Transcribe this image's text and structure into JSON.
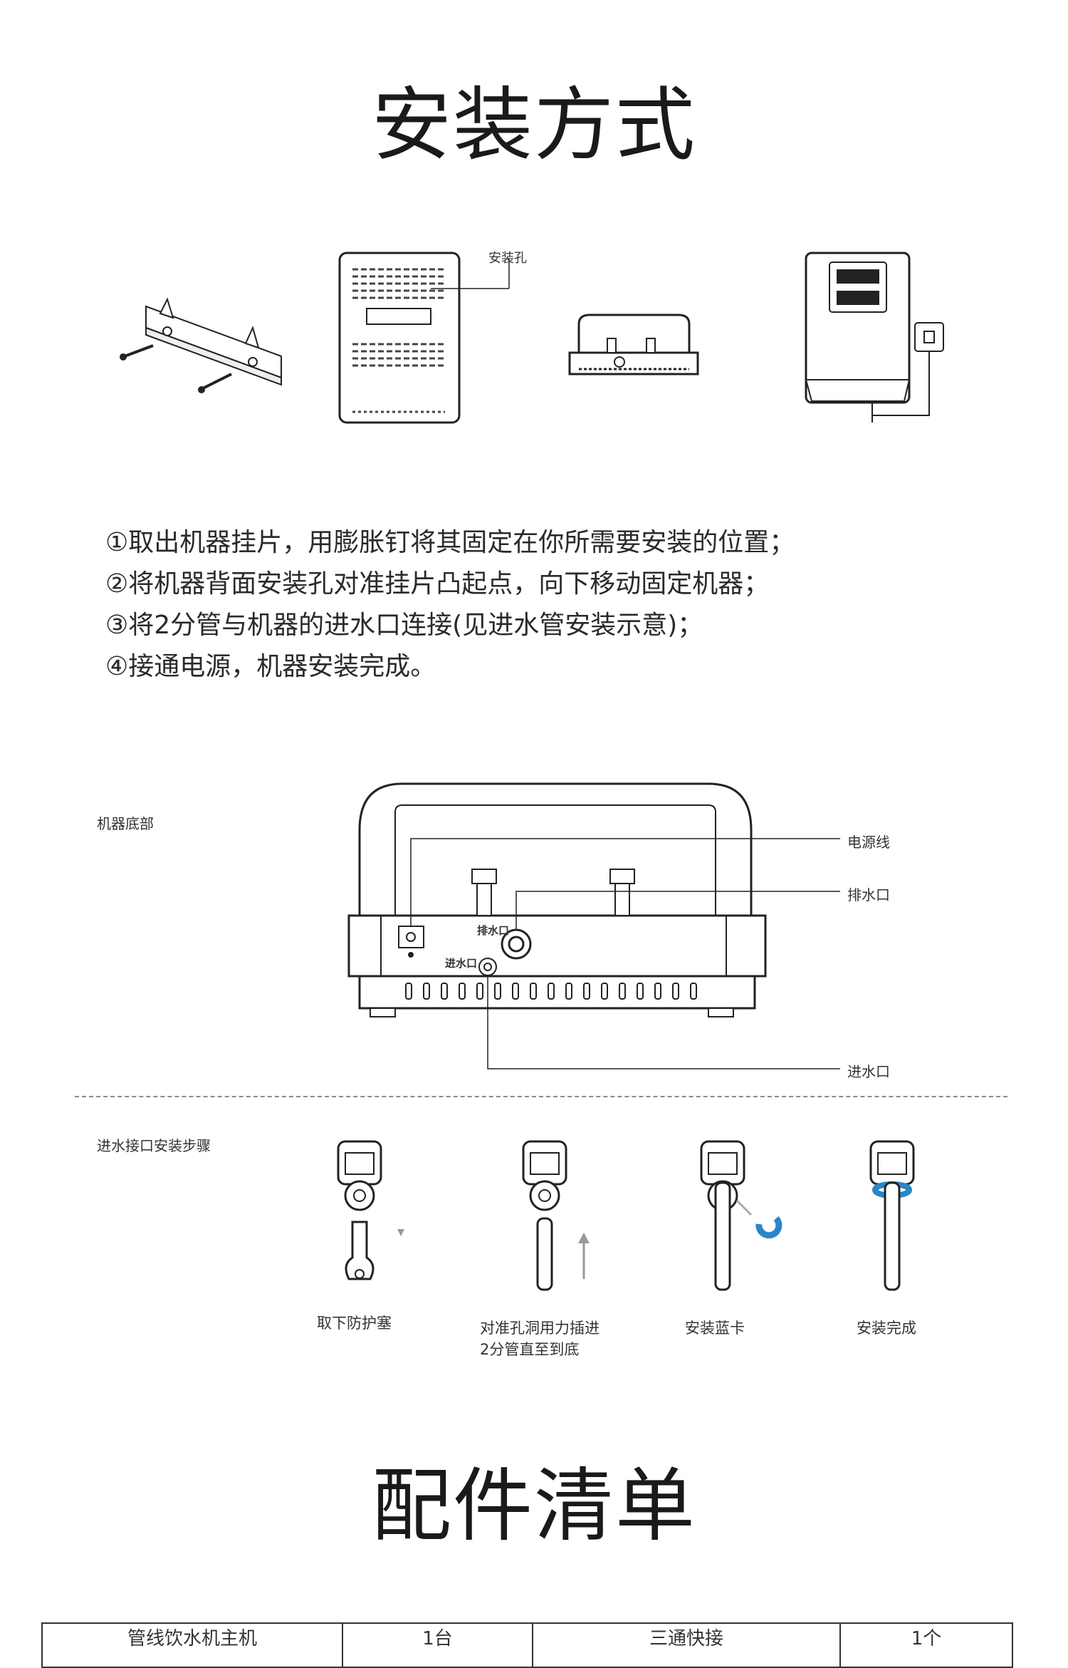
{
  "install": {
    "title": "安装方式",
    "hole_label": "安装孔",
    "steps": [
      "①取出机器挂片，用膨胀钉将其固定在你所需要安装的位置；",
      "②将机器背面安装孔对准挂片凸起点，向下移动固定机器；",
      "③将2分管与机器的进水口连接(见进水管安装示意)；",
      "④接通电源，机器安装完成。"
    ],
    "bottom": {
      "section_label": "机器底部",
      "power_cord": "电源线",
      "drain_outlet": "排水口",
      "inlet": "进水口",
      "drain_mark": "排水口",
      "inlet_mark": "进水口"
    },
    "inlet_steps": {
      "section_label": "进水接口安装步骤",
      "captions": [
        "取下防护塞",
        "对准孔洞用力插进",
        "2分管直至到底",
        "安装蓝卡",
        "安装完成"
      ]
    }
  },
  "accessories": {
    "title": "配件清单",
    "rows": [
      [
        "管线饮水机主机",
        "1台",
        "三通快接",
        "1个"
      ]
    ]
  },
  "colors": {
    "clip_blue": "#2a86c8",
    "line": "#222222"
  }
}
